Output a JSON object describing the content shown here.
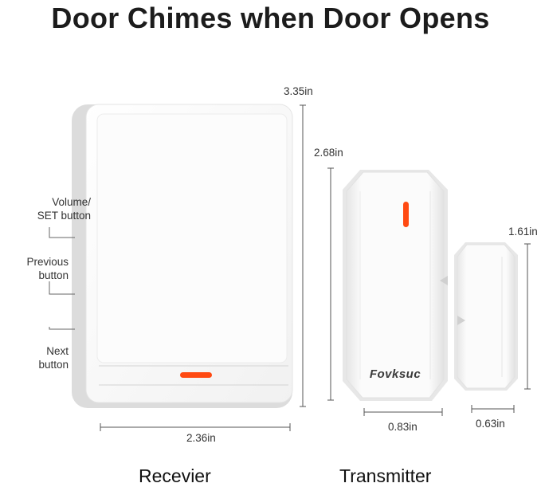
{
  "title": "Door Chimes when Door Opens",
  "receiver": {
    "height_label": "3.35in",
    "width_label": "2.36in",
    "caption": "Recevier",
    "buttons": {
      "volume_line1": "Volume/",
      "volume_line2": "SET button",
      "previous_line1": "Previous",
      "previous_line2": "button",
      "next_line1": "Next",
      "next_line2": "button"
    }
  },
  "transmitter": {
    "height_label": "2.68in",
    "width_label": "0.83in",
    "brand": "Fovksuc",
    "caption": "Transmitter"
  },
  "magnet": {
    "height_label": "1.61in",
    "width_label": "0.63in"
  },
  "colors": {
    "led": "#ff4a12",
    "device_body": "#f7f7f7",
    "device_frame": "#dcdcdc",
    "dimension_line": "#555555"
  }
}
